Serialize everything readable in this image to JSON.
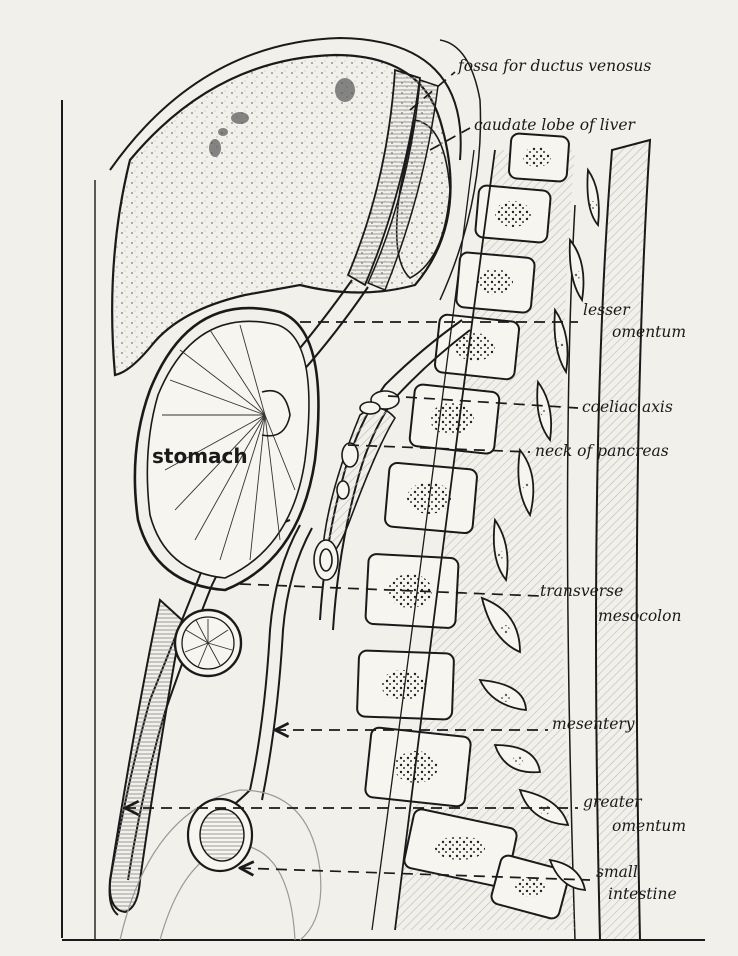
{
  "labels": {
    "fossa": "fossa for ductus venosus",
    "caudate": "caudate lobe of liver",
    "lesser_1": "lesser",
    "lesser_2": "omentum",
    "coeliac": "coeliac axis",
    "pancreas": "neck of pancreas",
    "transverse_1": "transverse",
    "transverse_2": "mesocolon",
    "mesentery": "mesentery",
    "greater_1": "greater",
    "greater_2": "omentum",
    "small_1": "small",
    "small_2": "intestine",
    "stomach": "stomach"
  },
  "colors": {
    "paper": "#f1f0ea",
    "ink": "#1a1a1a",
    "shading": "#bdbdbd"
  }
}
